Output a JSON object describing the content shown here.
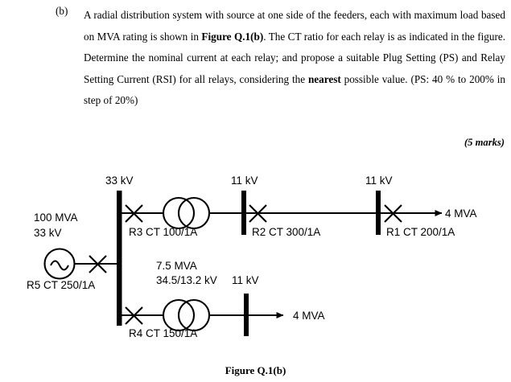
{
  "question": {
    "label": "(b)",
    "text_segments": [
      {
        "t": "A radial distribution system with source at one side of the feeders, each with maximum load based on MVA rating is shown in ",
        "bold": false
      },
      {
        "t": "Figure Q.1(b)",
        "bold": true
      },
      {
        "t": ". The CT ratio for each relay is as indicated in the figure. Determine the nominal current at each relay; and propose a suitable Plug Setting (PS) and Relay Setting Current (RSI) for all relays, considering the ",
        "bold": false
      },
      {
        "t": "nearest",
        "bold": true
      },
      {
        "t": " possible value. (PS: 40 % to 200% in step of 20%)",
        "bold": false
      }
    ],
    "marks": "(5 marks)"
  },
  "figure": {
    "caption": "Figure Q.1(b)",
    "source": {
      "rating": "100 MVA",
      "voltage": "33 kV",
      "relay_label": "R5 CT 250/1A",
      "symbol": "ac-source-icon"
    },
    "buses": [
      {
        "name": "bus-33kv",
        "label": "33 kV"
      },
      {
        "name": "bus-11kv-r2",
        "label": "11 kV"
      },
      {
        "name": "bus-11kv-r1",
        "label": "11 kV"
      },
      {
        "name": "bus-11kv-r4",
        "label": "11 kV"
      }
    ],
    "transformers": [
      {
        "name": "transformer-upper",
        "rating": "",
        "voltage": ""
      },
      {
        "name": "transformer-lower",
        "rating": "7.5 MVA",
        "voltage": "34.5/13.2 kV"
      }
    ],
    "relays": [
      {
        "name": "relay-r3",
        "label": "R3 CT 100/1A"
      },
      {
        "name": "relay-r2",
        "label": "R2 CT 300/1A"
      },
      {
        "name": "relay-r1",
        "label": "R1 CT 200/1A"
      },
      {
        "name": "relay-r5",
        "label": "R5 CT 250/1A"
      },
      {
        "name": "relay-r4",
        "label": "R4 CT 150/1A"
      }
    ],
    "loads": [
      {
        "name": "load-upper",
        "label": "4 MVA"
      },
      {
        "name": "load-lower",
        "label": "4 MVA"
      }
    ]
  },
  "colors": {
    "ink": "#000000",
    "paper": "#ffffff"
  }
}
